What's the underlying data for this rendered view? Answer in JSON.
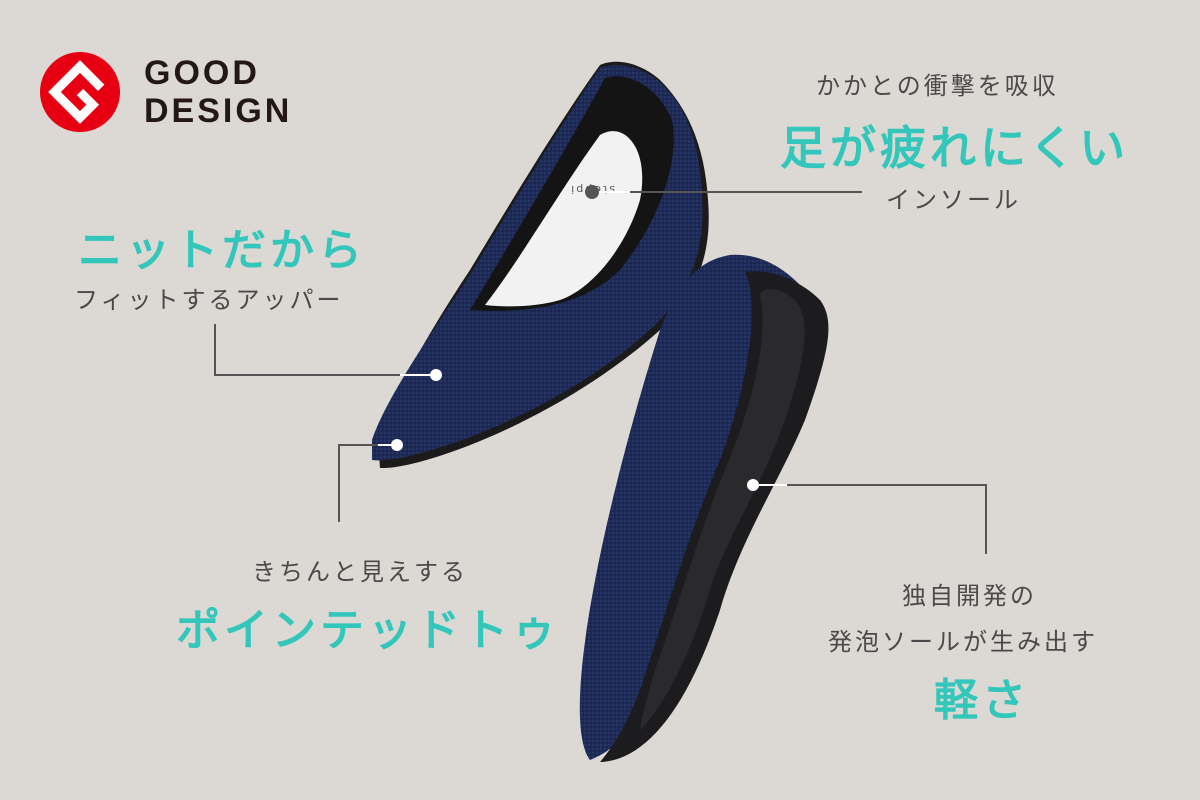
{
  "badge": {
    "logo_icon": "good-design-g-mark",
    "line1": "GOOD",
    "line2": "DESIGN",
    "colors": {
      "red": "#e60012",
      "text": "#231815"
    }
  },
  "callouts": {
    "insole": {
      "subtitle": "かかとの衝撃を吸収",
      "headline": "足が疲れにくい",
      "label": "インソール"
    },
    "upper": {
      "headline": "ニットだから",
      "subtitle": "フィットするアッパー"
    },
    "toe": {
      "subtitle": "きちんと見えする",
      "headline": "ポインテッドトゥ"
    },
    "sole": {
      "subtitle_line1": "独自開発の",
      "subtitle_line2": "発泡ソールが生み出す",
      "headline": "軽さ"
    }
  },
  "product": {
    "brand_mark": "steppi",
    "image": "navy-knit-pointed-flat-shoes"
  },
  "colors": {
    "background": "#dcd8d3",
    "accent": "#33c7bb",
    "text": "#4a4a4a",
    "navy": "#1e2a55",
    "sole": "#1c1c1e"
  }
}
